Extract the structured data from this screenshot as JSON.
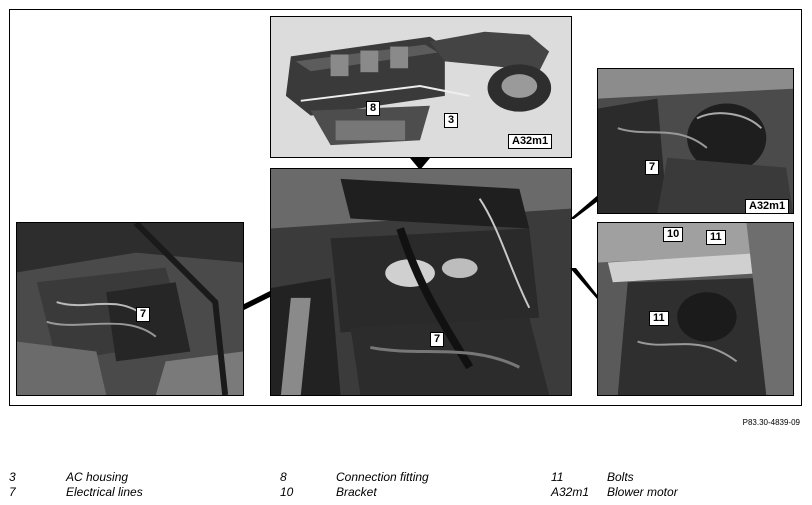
{
  "figure": {
    "reference": "P83.30-4839-09",
    "callouts": {
      "top_three": "3",
      "top_eight": "8",
      "top_a32m1": "A32m1",
      "left_seven": "7",
      "center_seven": "7",
      "right_top_seven": "7",
      "right_top_a32m1": "A32m1",
      "right_bottom_ten": "10",
      "right_bottom_eleven_a": "11",
      "right_bottom_eleven_b": "11"
    }
  },
  "legend": [
    {
      "num": "3",
      "label": "AC housing"
    },
    {
      "num": "7",
      "label": "Electrical lines"
    },
    {
      "num": "8",
      "label": "Connection fitting"
    },
    {
      "num": "10",
      "label": "Bracket"
    },
    {
      "num": "11",
      "label": "Bolts"
    },
    {
      "num": "A32m1",
      "label": "Blower motor"
    }
  ],
  "colors": {
    "photo_dark": "#2a2a2a",
    "photo_mid": "#6e6e6e",
    "photo_light": "#c8c8c8",
    "border": "#000000"
  }
}
